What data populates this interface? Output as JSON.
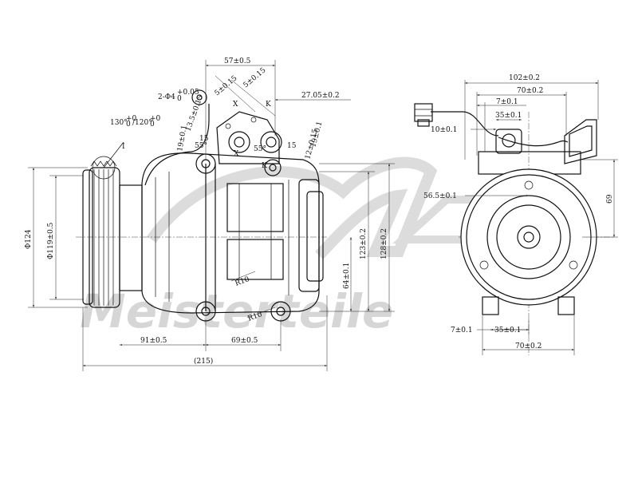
{
  "watermark": {
    "brand": "Meisterteile",
    "brand_color": "#d6d6d6"
  },
  "callout": {
    "detail_label": "I"
  },
  "side_view": {
    "dims": {
      "d57": "57±0.5",
      "d5a": "5±0.15",
      "d5b": "5±0.15",
      "d2x4": "2-Φ4",
      "d2x4_tol": "+0.05",
      "d2x4_tol2": "0",
      "d27": "27.05±0.2",
      "d13": "13.5±0.15",
      "d130": "130°",
      "d130_sup": "+0",
      "d130_sub": "0",
      "d120": "/120°",
      "d120_sup": "+0",
      "d120_sub": "0",
      "d19a": "19±0.1",
      "d19b": "19±0.1",
      "d12": "12±0.15",
      "d15a": "15",
      "d15b": "15",
      "d55a": "55°",
      "d55b": "55°",
      "x1": "X",
      "x2": "X",
      "k1": "K",
      "k2": "K",
      "d124": "Φ124",
      "d119": "Φ119±0.5",
      "d123": "123±0.2",
      "d128": "128±0.2",
      "d64": "64±0.1",
      "r1": "R10",
      "r2": "R10",
      "d91": "91±0.5",
      "d69": "69±0.5",
      "d215": "(215)"
    }
  },
  "front_view": {
    "dims": {
      "d102": "102±0.2",
      "d70a": "70±0.2",
      "d7a": "7±0.1",
      "d35a": "35±0.1",
      "d10": "10±0.1",
      "d56": "56.5±0.1",
      "d69": "69",
      "d7b": "7±0.1",
      "d35b": "35±0.1",
      "d70b": "70±0.2"
    }
  }
}
